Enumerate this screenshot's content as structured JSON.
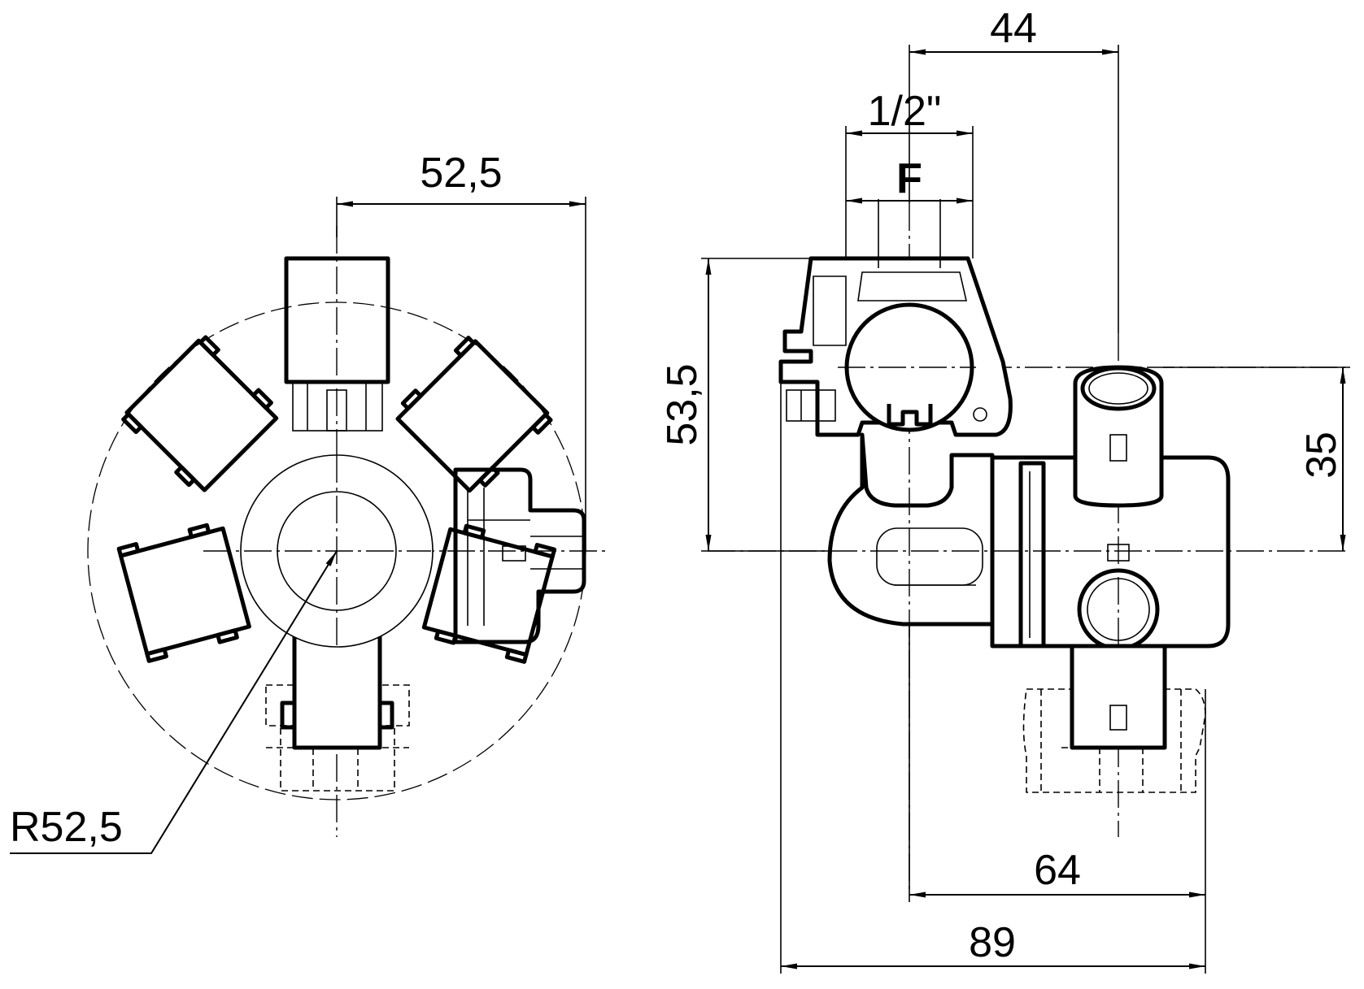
{
  "left_view": {
    "dim_width": "52,5",
    "dim_radius": "R52,5"
  },
  "right_view": {
    "dim_top": "44",
    "dim_thread": "1/2\"",
    "dim_thread_type": "F",
    "dim_height": "53,5",
    "dim_offset": "35",
    "dim_inner_width": "64",
    "dim_total_width": "89"
  }
}
